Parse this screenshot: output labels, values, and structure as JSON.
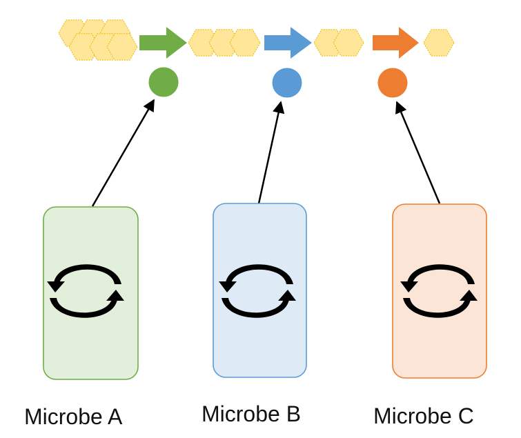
{
  "microbes": [
    {
      "label": "Microbe A",
      "box_fill": "#e2efda",
      "box_stroke": "#70ad47",
      "enzyme_color": "#70ad47",
      "arrow_color": "#70ad47",
      "icon": "cycle-arrows-icon"
    },
    {
      "label": "Microbe B",
      "box_fill": "#deebf7",
      "box_stroke": "#5b9bd5",
      "enzyme_color": "#5b9bd5",
      "arrow_color": "#5b9bd5",
      "icon": "cycle-arrows-icon"
    },
    {
      "label": "Microbe C",
      "box_fill": "#fbe5d6",
      "box_stroke": "#ed7d31",
      "enzyme_color": "#ed7d31",
      "arrow_color": "#ed7d31",
      "icon": "cycle-arrows-icon"
    }
  ],
  "substrate": {
    "fill": "#ffe699",
    "stroke": "#e6b800",
    "stages": [
      {
        "units": 6
      },
      {
        "units": 3
      },
      {
        "units": 2
      },
      {
        "units": 1
      }
    ]
  },
  "link_arrow_color": "#000000",
  "cycle_icon_color": "#000000"
}
